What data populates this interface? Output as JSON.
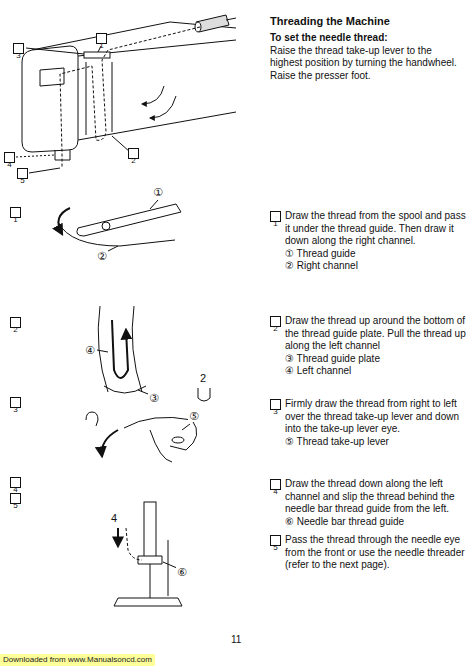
{
  "diagram": {
    "title": "Threading the Machine",
    "nodes": [
      {
        "text": [
          "1"
        ]
      },
      {
        "text": [
          "3"
        ]
      },
      {
        "text": [
          "2"
        ]
      },
      {
        "text": [
          "4"
        ]
      },
      {
        "text": [
          "5"
        ]
      },
      {
        "text": [
          "1"
        ]
      },
      {
        "text": [
          "1"
        ]
      },
      {
        "text": [
          "2"
        ]
      },
      {
        "text": [
          "2"
        ]
      },
      {
        "text": [
          "3"
        ]
      },
      {
        "text": [
          "3"
        ]
      },
      {
        "text": [
          "4"
        ]
      },
      {
        "text": [
          "5"
        ]
      },
      {
        "text": [
          "4"
        ]
      },
      {
        "text": [
          "5"
        ]
      }
    ],
    "labels": [
      "To set the needle thread:",
      "Raise the thread take-up lever to the highest position by turning the handwheel.",
      "Raise the presser foot.",
      "①",
      "②",
      "④",
      "2",
      "③",
      "⑤",
      "4",
      "⑥",
      "Draw the thread from the spool and pass it under the thread guide. Then draw it down along the right channel.",
      "① Thread guide",
      "② Right channel",
      "Draw the thread up around the bottom of the thread guide plate. Pull the thread up along the left channel",
      "③ Thread guide plate",
      "④ Left channel",
      "Firmly draw the thread from right to left over the thread take-up lever and down into the take-up lever eye.",
      "⑤ Thread take-up lever",
      "Draw the thread down along the left channel and slip the thread behind the needle bar thread guide from the left.",
      "⑥ Needle bar thread guide",
      "Pass the thread through the needle eye from the front or use the needle threader (refer to the next page).",
      "11",
      "Downloaded from www.Manualsoncd.com"
    ]
  }
}
